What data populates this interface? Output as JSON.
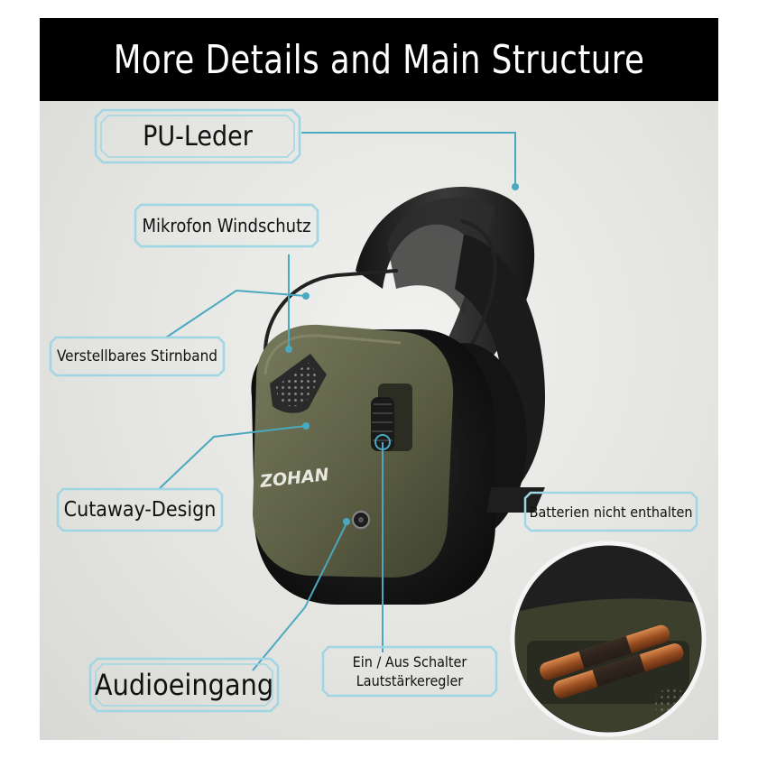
{
  "header": {
    "title": "More Details and Main Structure"
  },
  "product": {
    "brand": "ZOHAN"
  },
  "labels": {
    "pu_leather": "PU-Leder",
    "mic_windscreen": "Mikrofon Windschutz",
    "adjustable_headband": "Verstellbares Stirnband",
    "cutaway_design": "Cutaway-Design",
    "batteries": "Batterien nicht enthalten",
    "audio_input": "Audioeingang",
    "switch_line1": "Ein / Aus Schalter",
    "switch_line2": "Lautstärkeregler"
  },
  "colors": {
    "header_bg": "#000000",
    "header_text": "#ffffff",
    "frame": "#9fd6e4",
    "leader": "#4aa9bf",
    "earcup": "#5c5f44",
    "headband": "#1f1f1f"
  }
}
